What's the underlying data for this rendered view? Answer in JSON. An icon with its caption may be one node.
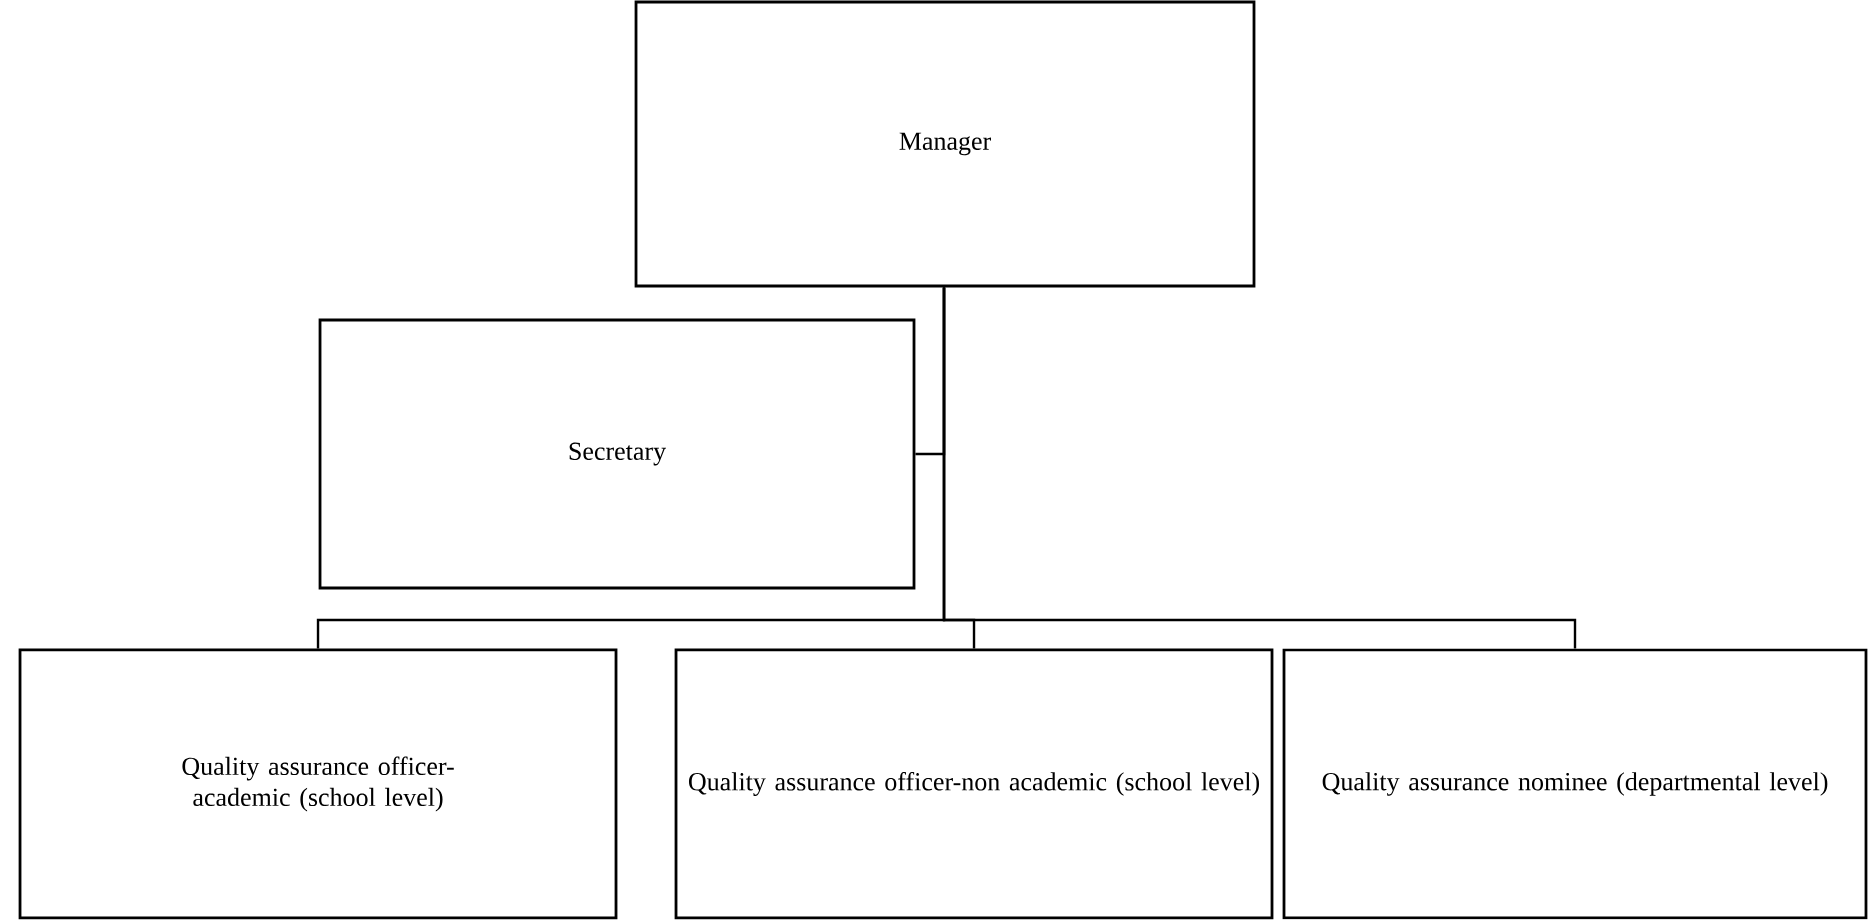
{
  "diagram": {
    "nodes": [
      {
        "text": [
          "Manager"
        ]
      },
      {
        "text": [
          "Secretary"
        ]
      },
      {
        "text": [
          "Quality assurance officer-academic (school level)"
        ]
      },
      {
        "text": [
          "Quality assurance officer-non academic (school level)"
        ]
      },
      {
        "text": [
          "Quality assurance nominee (departmental level)"
        ]
      }
    ],
    "edges": [
      {
        "from": 0,
        "to": 1,
        "arrow": "none"
      },
      {
        "from": 0,
        "to": 2,
        "arrow": "none"
      },
      {
        "from": 0,
        "to": 3,
        "arrow": "none"
      },
      {
        "from": 0,
        "to": 4,
        "arrow": "none"
      }
    ]
  }
}
